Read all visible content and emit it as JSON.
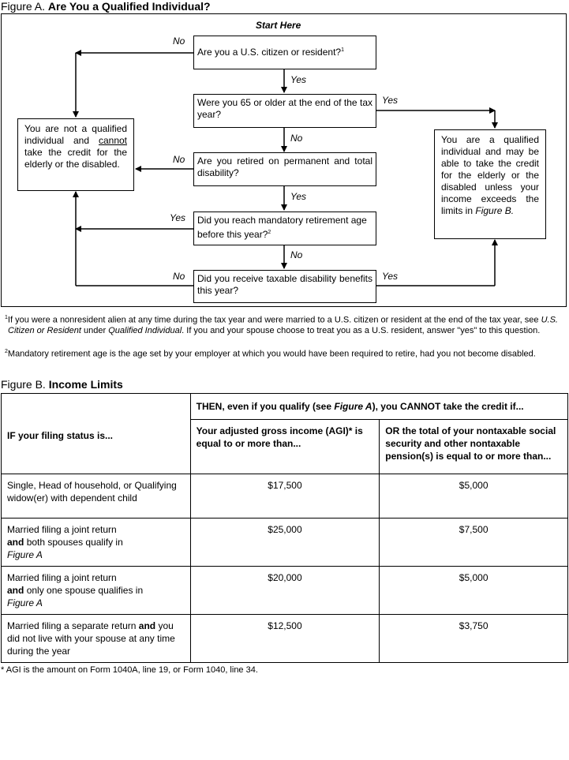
{
  "figure_a": {
    "label": "Figure A.",
    "title": "Are You a Qualified Individual?",
    "start": "Start Here",
    "q1": "Are you a U.S. citizen or resident?",
    "q1_sup": "1",
    "q2": "Were you 65 or older at the end of the tax year?",
    "q3": "Are you retired on permanent and total disability?",
    "q4": "Did you reach mandatory retirement age before this year?",
    "q4_sup": "2",
    "q5": "Did you receive taxable disability benefits this year?",
    "not_qualified_pre": "You are not a qualified individual and",
    "not_qualified_u": "cannot",
    "not_qualified_post": "take the credit for the elderly or the disabled.",
    "qualified_pre": "You are a qualified individual and may be able to take the credit for the elderly or the disabled unless your income exceeds the limits in",
    "qualified_ref": "Figure B.",
    "yes": "Yes",
    "no": "No"
  },
  "footnotes": {
    "f1_num": "1",
    "f1_a": "If you were a nonresident alien at any time during the tax year and were married to a U.S. citizen or resident at the end of the tax year, see",
    "f1_b": "U.S. Citizen or Resident",
    "f1_c": "under",
    "f1_d": "Qualified Individual",
    "f1_e": ". If you and your spouse choose to treat you as a U.S. resident, answer \"yes\" to this question.",
    "f2_num": "2",
    "f2": "Mandatory retirement age is the age set by your employer at which you would have been required to retire, had you not become disabled."
  },
  "figure_b": {
    "label": "Figure B.",
    "title": "Income Limits",
    "col0": "IF your filing status is...",
    "then_pre": "THEN, even if you qualify (see",
    "then_ref": "Figure A",
    "then_post": "), you CANNOT take the credit if...",
    "col1": "Your adjusted gross income (AGI)* is equal to or more than...",
    "col2": "OR the total of your nontaxable social security and other nontaxable pension(s) is equal to or more than...",
    "rows": [
      {
        "status": "Single, Head of household, or Qualifying widow(er) with dependent child",
        "agi": "$17,500",
        "other": "$5,000"
      },
      {
        "status_a": "Married filing a joint return",
        "status_b": "and",
        "status_c": "both spouses qualify in",
        "status_d": "Figure A",
        "agi": "$25,000",
        "other": "$7,500"
      },
      {
        "status_a": "Married filing a joint return",
        "status_b": "and",
        "status_c": "only one spouse qualifies in",
        "status_d": "Figure A",
        "agi": "$20,000",
        "other": "$5,000"
      },
      {
        "status_a": "Married filing a separate return",
        "status_b": "and",
        "status_c": "you did not live with your spouse at any time during the year",
        "agi": "$12,500",
        "other": "$3,750"
      }
    ],
    "note": "* AGI is the amount on Form 1040A, line 19, or Form 1040, line 34."
  }
}
